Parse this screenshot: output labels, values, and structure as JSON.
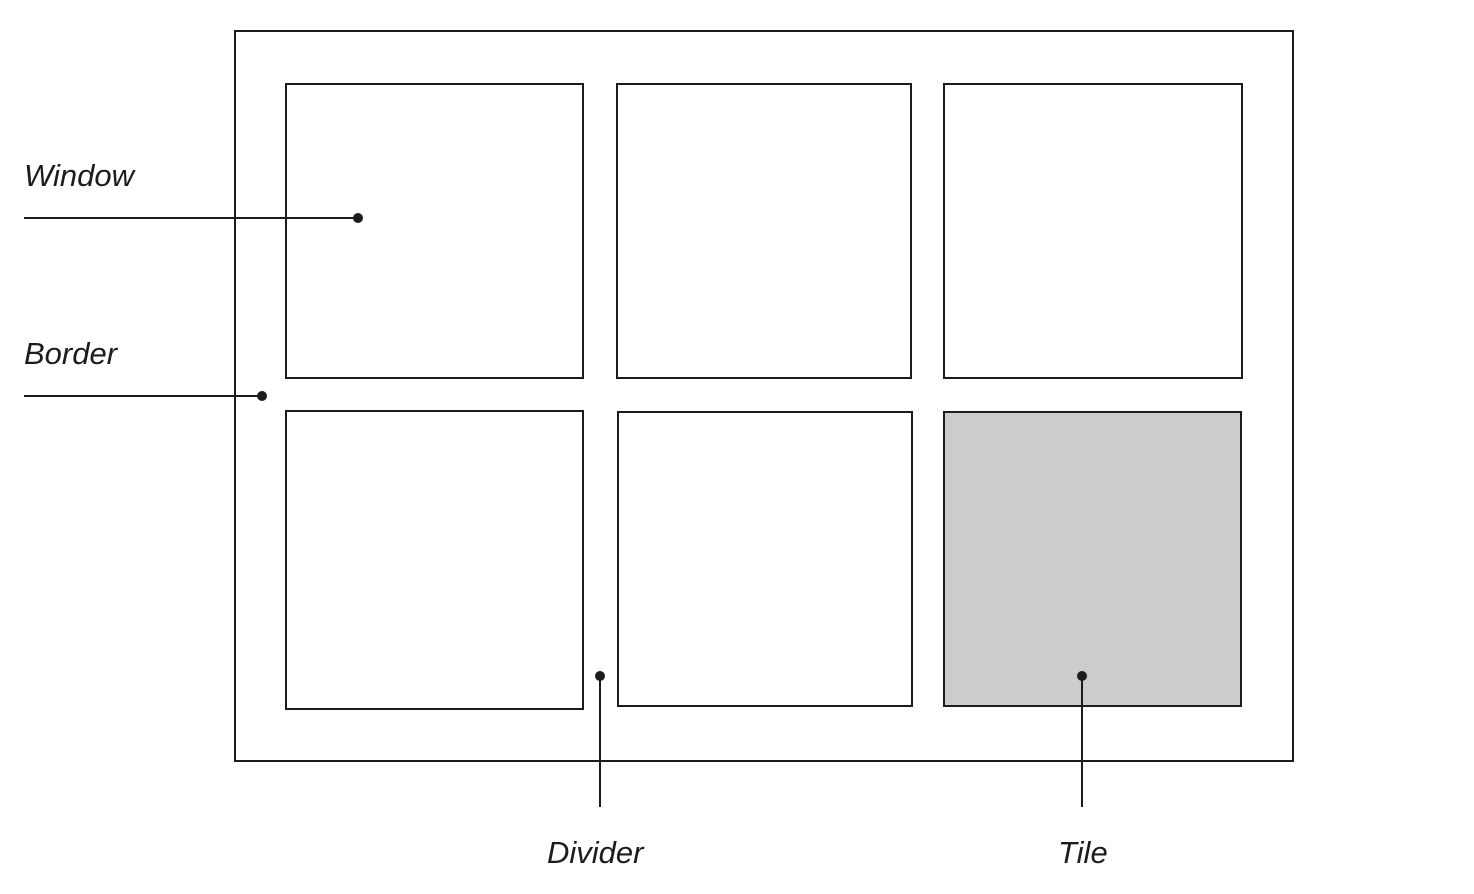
{
  "labels": {
    "window": "Window",
    "border": "Border",
    "divider": "Divider",
    "tile": "Tile"
  },
  "colors": {
    "stroke": "#1c1c1c",
    "highlighted_tile_fill": "#cccccc",
    "tile_fill": "#ffffff"
  },
  "grid": {
    "rows": 2,
    "columns": 3,
    "highlighted_tile": "row 2, column 3"
  }
}
